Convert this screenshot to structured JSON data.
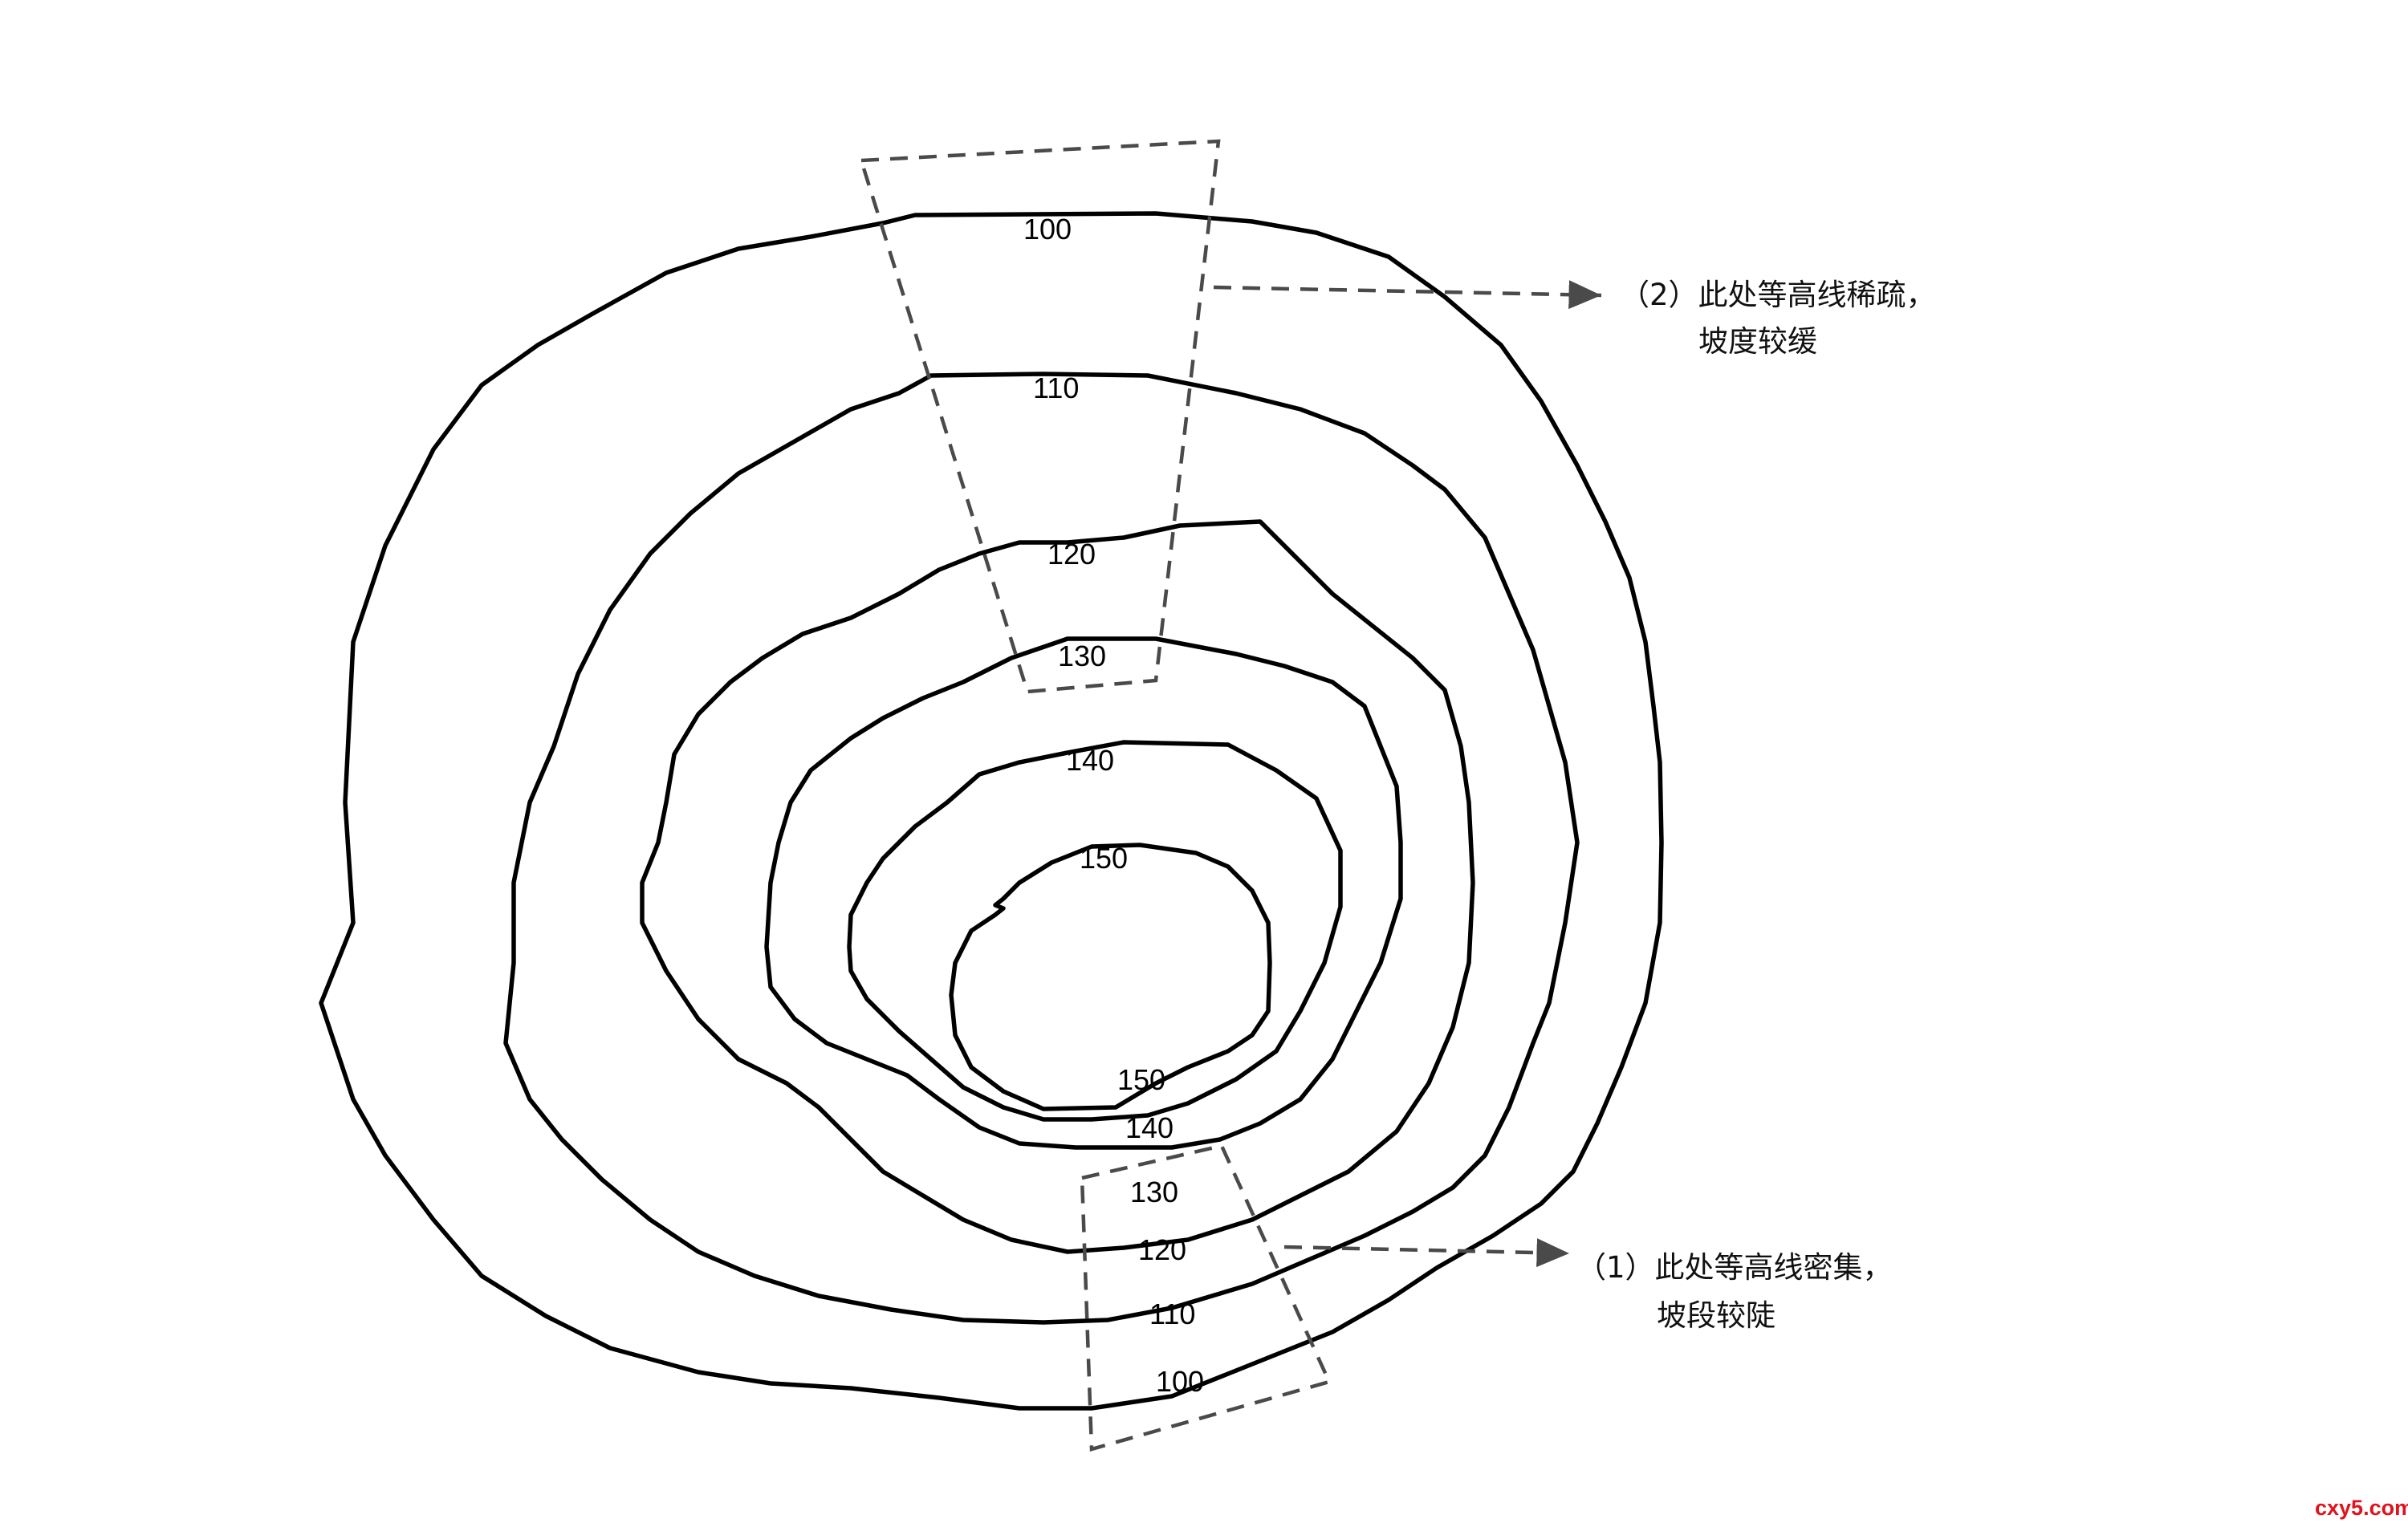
{
  "diagram": {
    "contour_labels_top": [
      "100",
      "110",
      "120",
      "130",
      "140",
      "150"
    ],
    "contour_labels_bottom": [
      "150",
      "140",
      "130",
      "120",
      "110",
      "100"
    ],
    "annotation_sparse": {
      "line1": "（2）此处等高线稀疏，",
      "line2": "坡度较缓"
    },
    "annotation_dense": {
      "line1": "（1）此处等高线密集，",
      "line2": "坡段较陡"
    },
    "watermark": "cxy5.com"
  }
}
